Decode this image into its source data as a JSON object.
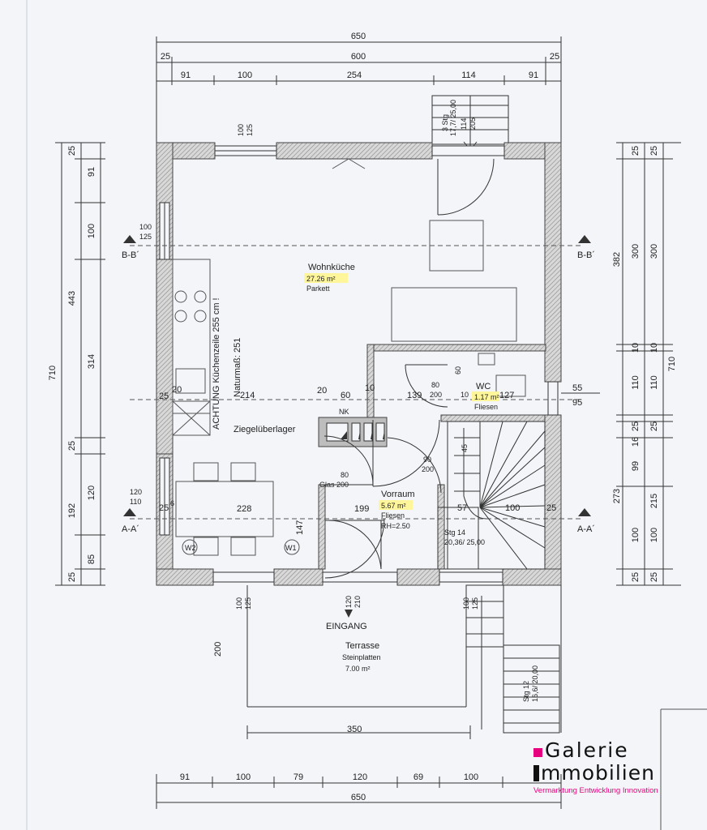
{
  "plan": {
    "top_dims": {
      "total": "650",
      "inner": "600",
      "wall_left": "25",
      "wall_right": "25",
      "seg1": "91",
      "seg2": "100",
      "seg3": "254",
      "seg4": "114",
      "seg5": "91"
    },
    "bottom_dims": {
      "seg1": "91",
      "seg2": "100",
      "seg3": "79",
      "seg4": "120",
      "seg5": "69",
      "seg6": "100",
      "total": "650"
    },
    "left_dims": {
      "total": "710",
      "s1": "25",
      "s2": "91",
      "s3": "100",
      "s4": "443",
      "s5": "314",
      "s6": "25",
      "s7": "120",
      "s8": "192",
      "s9": "85",
      "s10": "25"
    },
    "right_dims": {
      "total": "710",
      "s1": "25",
      "s2": "382",
      "s3": "300",
      "s4": "300",
      "s5": "10",
      "s6": "10",
      "s7": "110",
      "s8": "110",
      "s9": "25",
      "s10": "25",
      "s11": "273",
      "s12": "215",
      "s13": "16",
      "s14": "99",
      "s15": "100",
      "s16": "100",
      "s17": "25",
      "s18": "25",
      "s19": "55",
      "s20": "95"
    },
    "rooms": {
      "wohnkueche": {
        "name": "Wohnküche",
        "area": "27.26 m²",
        "floor": "Parkett"
      },
      "wc": {
        "name": "WC",
        "area": "1.17 m²",
        "floor": "Fliesen"
      },
      "vorraum": {
        "name": "Vorraum",
        "area": "5.67 m²",
        "floor": "Fliesen",
        "rh": "RH=2.50"
      },
      "terrasse": {
        "name": "Terrasse",
        "floor": "Steinplatten",
        "area": "7.00 m²"
      }
    },
    "labels": {
      "section_b": "B-B´",
      "section_a": "A-A´",
      "eingang": "EINGANG",
      "achtung": "ACHTUNG Küchenzeile 255 cm !",
      "naturmass": "Naturmaß: 251",
      "ziegel": "Ziegelüberlager",
      "nk": "NK",
      "glas": "Glas 200",
      "glas_w": "80",
      "w1": "W1",
      "w2": "W2",
      "stairs_top": "3 Stg",
      "stairs_top_b": "17,7/ 25,00",
      "stairs_main": "Stg 14",
      "stairs_main_b": "20,36/ 25,00",
      "stairs_ext": "Stg 12",
      "stairs_ext_b": "16,6/ 20,00",
      "dim_228": "228",
      "dim_199": "199",
      "dim_147": "147",
      "dim_214": "214",
      "dim_20": "20",
      "dim_60": "60",
      "dim_10": "10",
      "dim_139": "139",
      "dim_127": "127",
      "dim_80": "80",
      "dim_200": "200",
      "dim_90": "90",
      "dim_45": "45",
      "dim_57": "57",
      "dim_100": "100",
      "dim_25": "25",
      "dim_350": "350",
      "dim_terrace_200": "200",
      "dim_120": "120",
      "dim_110": "110",
      "dim_125": "125",
      "dim_210": "210",
      "dim_205": "205",
      "dim_114": "114",
      "dim_6": "6",
      "dim_25b": "25",
      "dim_20b": "20",
      "dim_25c": "25"
    }
  },
  "brand": {
    "name_1": "Galerie",
    "name_2": "mmobilien",
    "tagline": "Vermarktung Entwicklung Innovation"
  },
  "colors": {
    "wall": "#6b6b6b",
    "highlight": "#fff59a",
    "brand_pink": "#e6007e"
  }
}
